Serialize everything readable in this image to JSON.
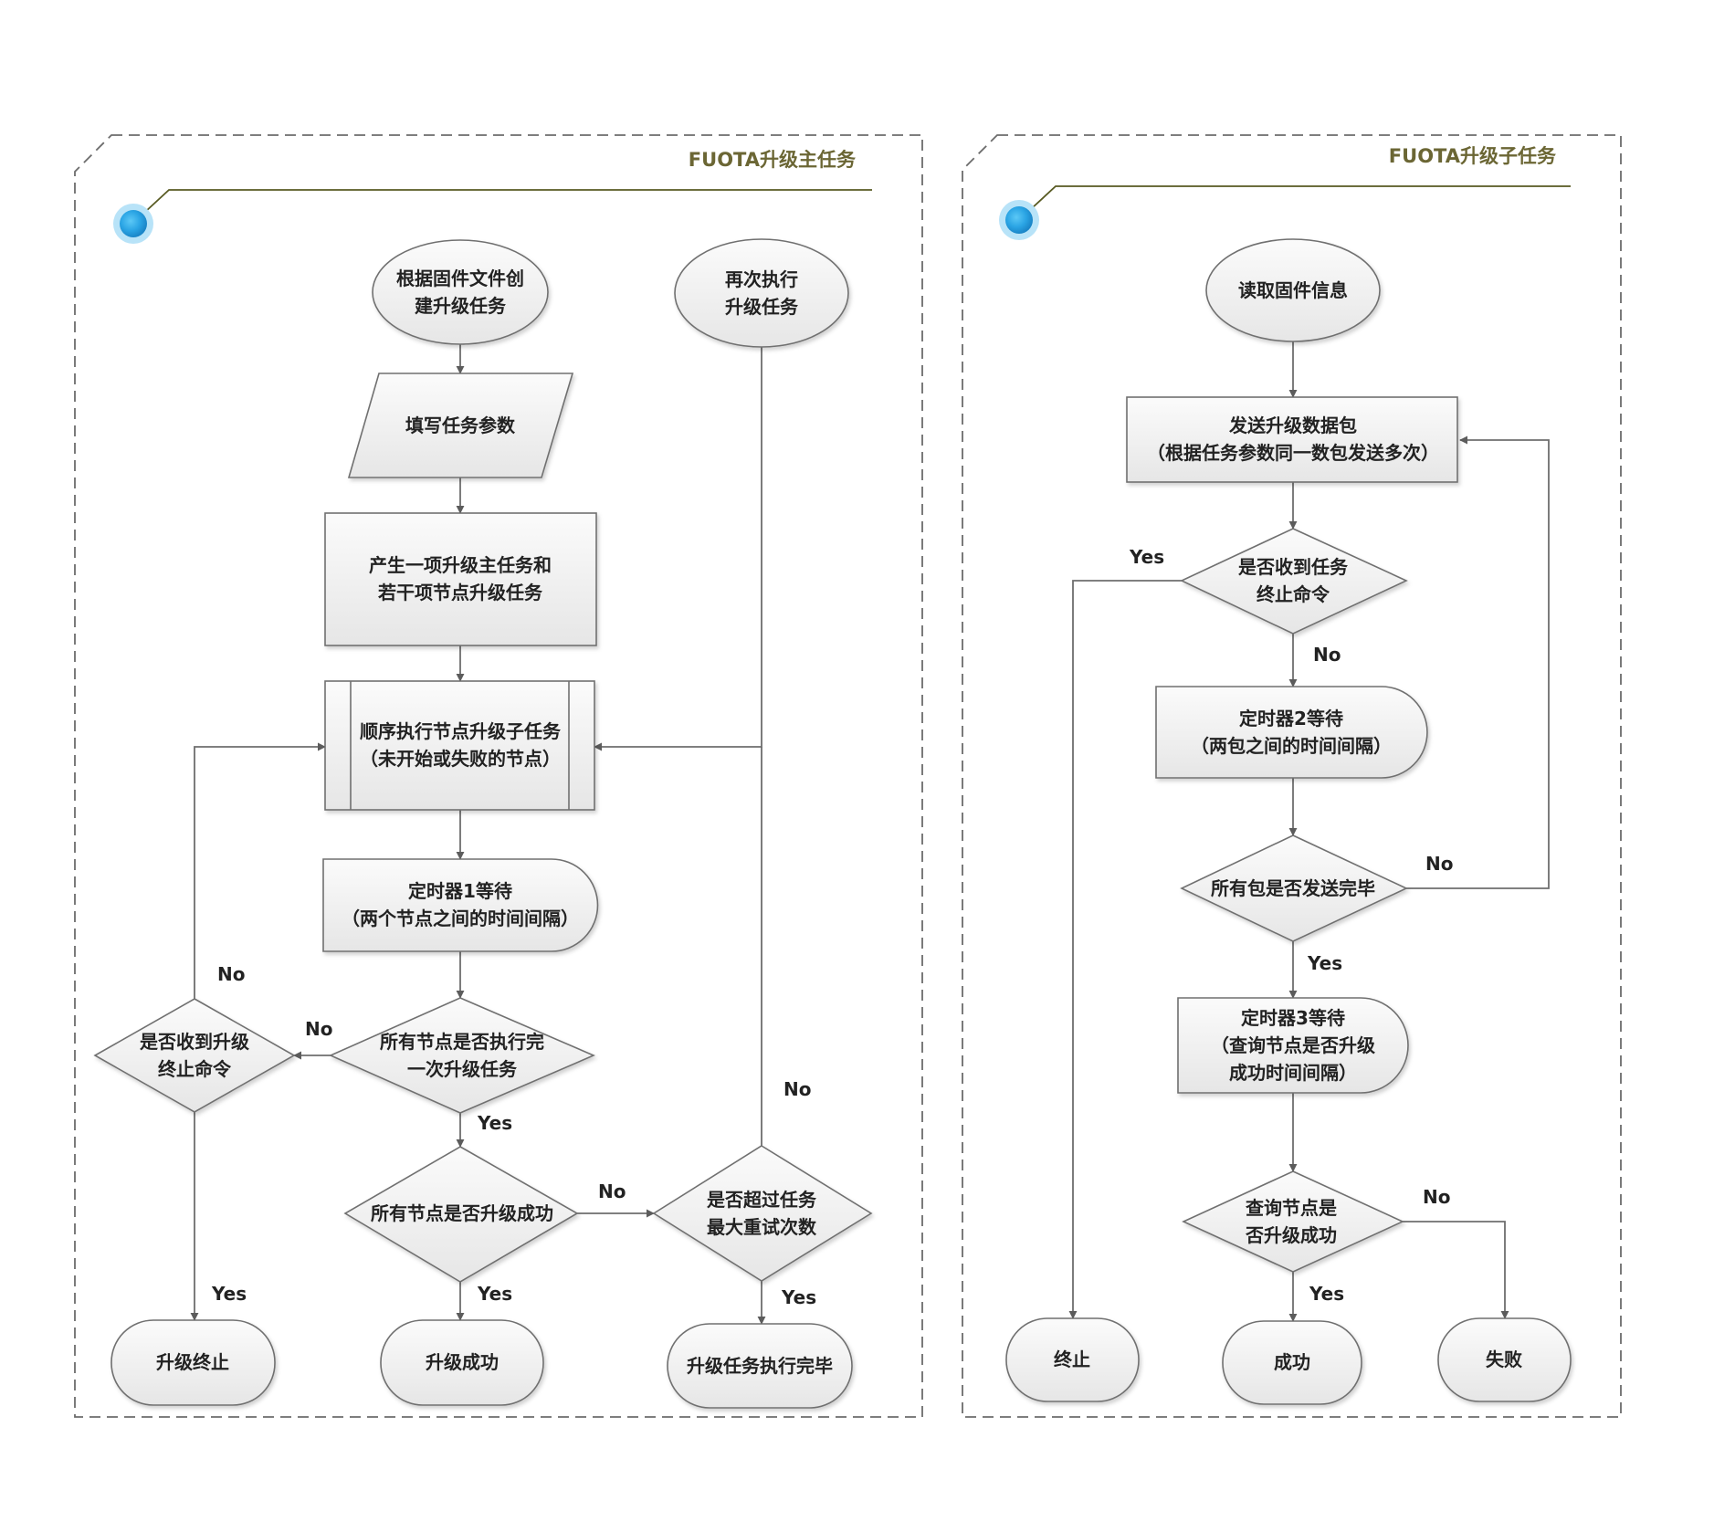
{
  "colors": {
    "title": "#6b6634",
    "accent_line": "#585a22",
    "node_fill_top": "#fbfbfb",
    "node_fill_bottom": "#e6e6e6",
    "node_stroke": "#707070",
    "edge": "#6e6e6e",
    "frame": "#6c6c6c",
    "dot": "#2aa4e4"
  },
  "panels": {
    "main": {
      "title": "FUOTA升级主任务"
    },
    "sub": {
      "title": "FUOTA升级子任务"
    }
  },
  "nodes": {
    "create_task": {
      "lines": [
        "根据固件文件创",
        "建升级任务"
      ]
    },
    "fill_params": {
      "lines": [
        "填写任务参数"
      ]
    },
    "generate_tasks": {
      "lines": [
        "产生一项升级主任务和",
        "若干项节点升级任务"
      ]
    },
    "execute_sequential": {
      "lines": [
        "顺序执行节点升级子任务",
        "（未开始或失败的节点）"
      ]
    },
    "timer1": {
      "lines": [
        "定时器1等待",
        "（两个节点之间的时间间隔）"
      ]
    },
    "all_nodes_executed": {
      "lines": [
        "所有节点是否执行完",
        "一次升级任务"
      ]
    },
    "received_terminate_main": {
      "lines": [
        "是否收到升级",
        "终止命令"
      ]
    },
    "all_nodes_success": {
      "lines": [
        "所有节点是否升级成功"
      ]
    },
    "exceed_max_retry": {
      "lines": [
        "是否超过任务",
        "最大重试次数"
      ]
    },
    "retry_task": {
      "lines": [
        "再次执行",
        "升级任务"
      ]
    },
    "upgrade_terminated": {
      "lines": [
        "升级终止"
      ]
    },
    "upgrade_success": {
      "lines": [
        "升级成功"
      ]
    },
    "task_finished": {
      "lines": [
        "升级任务执行完毕"
      ]
    },
    "read_firmware": {
      "lines": [
        "读取固件信息"
      ]
    },
    "send_packet": {
      "lines": [
        "发送升级数据包",
        "（根据任务参数同一数包发送多次）"
      ]
    },
    "received_terminate_sub": {
      "lines": [
        "是否收到任务",
        "终止命令"
      ]
    },
    "timer2": {
      "lines": [
        "定时器2等待",
        "（两包之间的时间间隔）"
      ]
    },
    "all_packets_sent": {
      "lines": [
        "所有包是否发送完毕"
      ]
    },
    "timer3": {
      "lines": [
        "定时器3等待",
        "（查询节点是否升级",
        "成功时间间隔）"
      ]
    },
    "query_node_success": {
      "lines": [
        "查询节点是",
        "否升级成功"
      ]
    },
    "sub_terminate": {
      "lines": [
        "终止"
      ]
    },
    "sub_success": {
      "lines": [
        "成功"
      ]
    },
    "sub_fail": {
      "lines": [
        "失败"
      ]
    }
  },
  "edge_labels": {
    "yes": "Yes",
    "no": "No"
  }
}
